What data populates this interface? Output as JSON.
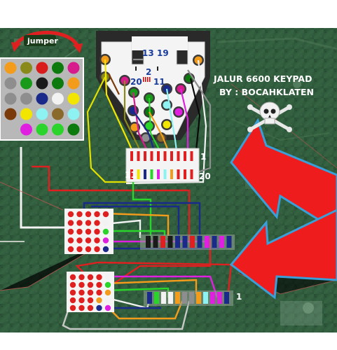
{
  "title": {
    "line1": "JALUR 6600 KEYPAD",
    "line2": "BY : BOCAHKLATEN"
  },
  "legend": {
    "label": "jumper",
    "colors": [
      [
        "#f39c1c",
        "#8a8a1a",
        "#d81b1b",
        "#0c7a0c",
        "#d81b8c"
      ],
      [
        "#8e8e8e",
        "#1a9a1a",
        "#1a1a1a",
        "#0c7a0c",
        "#f39c1c"
      ],
      [
        "#8e8e8e",
        "#8e8e8e",
        "#1a2a8a",
        "#f2f2f2",
        "#f2e600"
      ],
      [
        "#7a3a0a",
        "#f2e600",
        "#8ef2f2",
        "#8a6a2a",
        "#8ef2f2"
      ],
      [
        null,
        "#e020e0",
        "#2ad42a",
        "#2ad42a",
        "#0c7a0c"
      ]
    ]
  },
  "connector_labels": {
    "pin_13": "13",
    "pin_19": "19",
    "pin_2": "2",
    "pin_20": "20",
    "pin_11": "11",
    "fpc_1": "1",
    "fpc_11": "11",
    "fpc_20": "20",
    "board_1": "1"
  },
  "colors": {
    "pcb": "#2f5a3c",
    "red_arrow": "#ee1c1c",
    "arrow_outline": "#3a9fd8",
    "pad_red": "#e02020",
    "connector_label": "#1a3c9c"
  },
  "icons": {
    "watermark": "skull-crossbones-icon"
  }
}
